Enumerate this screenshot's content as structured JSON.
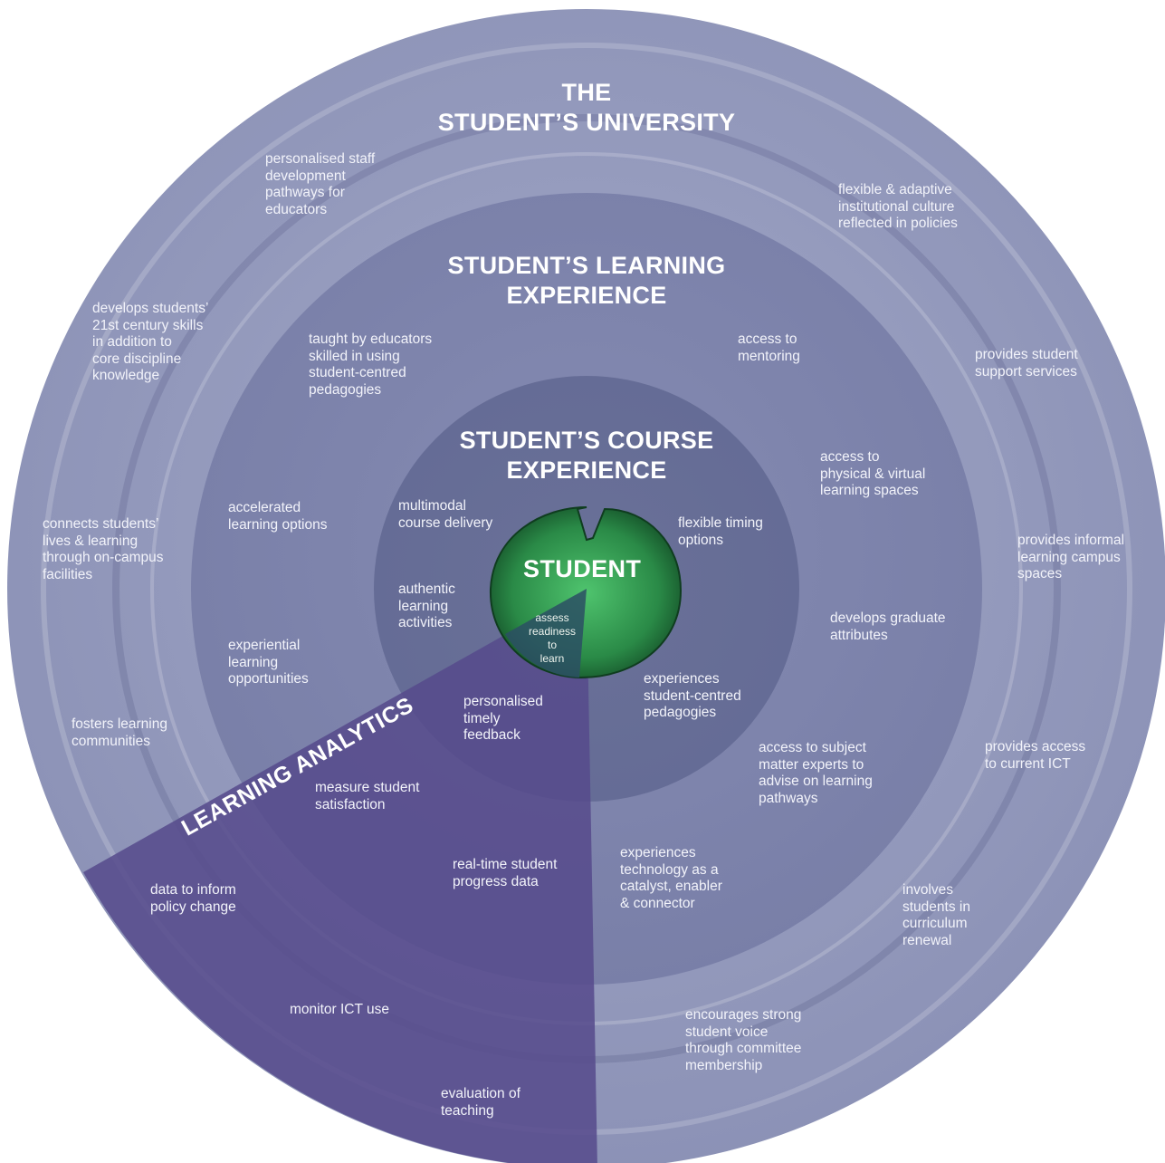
{
  "titles": {
    "university": "THE\nSTUDENT’S UNIVERSITY",
    "learning_experience": "STUDENT’S LEARNING\nEXPERIENCE",
    "course_experience": "STUDENT’S COURSE\nEXPERIENCE",
    "student": "STUDENT",
    "learning_analytics": "LEARNING ANALYTICS"
  },
  "student_sub": "assess\nreadiness\nto\nlearn",
  "outer_ring_items": {
    "staff_development": "personalised staff\ndevelopment\npathways for\neducators",
    "flexible_culture": "flexible & adaptive\ninstitutional culture\nreflected in policies",
    "skills_21st": "develops students’\n21st century skills\nin addition to\ncore discipline\nknowledge",
    "support_services": "provides student\nsupport services",
    "connects_lives": "connects students’\nlives & learning\nthrough on-campus\nfacilities",
    "informal_spaces": "provides informal\nlearning campus\nspaces",
    "learning_communities": "fosters learning\ncommunities",
    "access_ict": "provides access\nto current ICT",
    "curriculum_renewal": "involves\nstudents in\ncurriculum\nrenewal",
    "student_voice": "encourages strong\nstudent voice\nthrough committee\nmembership"
  },
  "middle_ring_items": {
    "taught_by_educators": "taught by educators\nskilled in using\nstudent-centred\npedagogies",
    "mentoring": "access to\nmentoring",
    "learning_spaces": "access to\nphysical & virtual\nlearning spaces",
    "accelerated": "accelerated\nlearning options",
    "graduate_attributes": "develops graduate\nattributes",
    "experiential": "experiential\nlearning\nopportunities",
    "subject_experts": "access to subject\nmatter experts to\nadvise on learning\npathways",
    "technology": "experiences\ntechnology as a\ncatalyst, enabler\n& connector"
  },
  "inner_ring_items": {
    "multimodal": "multimodal\ncourse delivery",
    "flexible_timing": "flexible timing\noptions",
    "authentic": "authentic\nlearning\nactivities",
    "student_centred": "experiences\nstudent-centred\npedagogies"
  },
  "analytics_items": {
    "feedback": "personalised\ntimely\nfeedback",
    "satisfaction": "measure student\nsatisfaction",
    "progress": "real-time student\nprogress data",
    "policy": "data to inform\npolicy change",
    "ict_use": "monitor ICT use",
    "teaching": "evaluation of\nteaching"
  },
  "colors": {
    "outer_ring": "#8e94b8",
    "middle_ring": "#7a80a8",
    "inner_ring": "#656c98",
    "analytics_wedge": "#5a4f8e",
    "student_leaf": "#2f9a55",
    "text": "#f2f3fa"
  },
  "icons": {
    "student_center": "lily-pad-icon"
  }
}
